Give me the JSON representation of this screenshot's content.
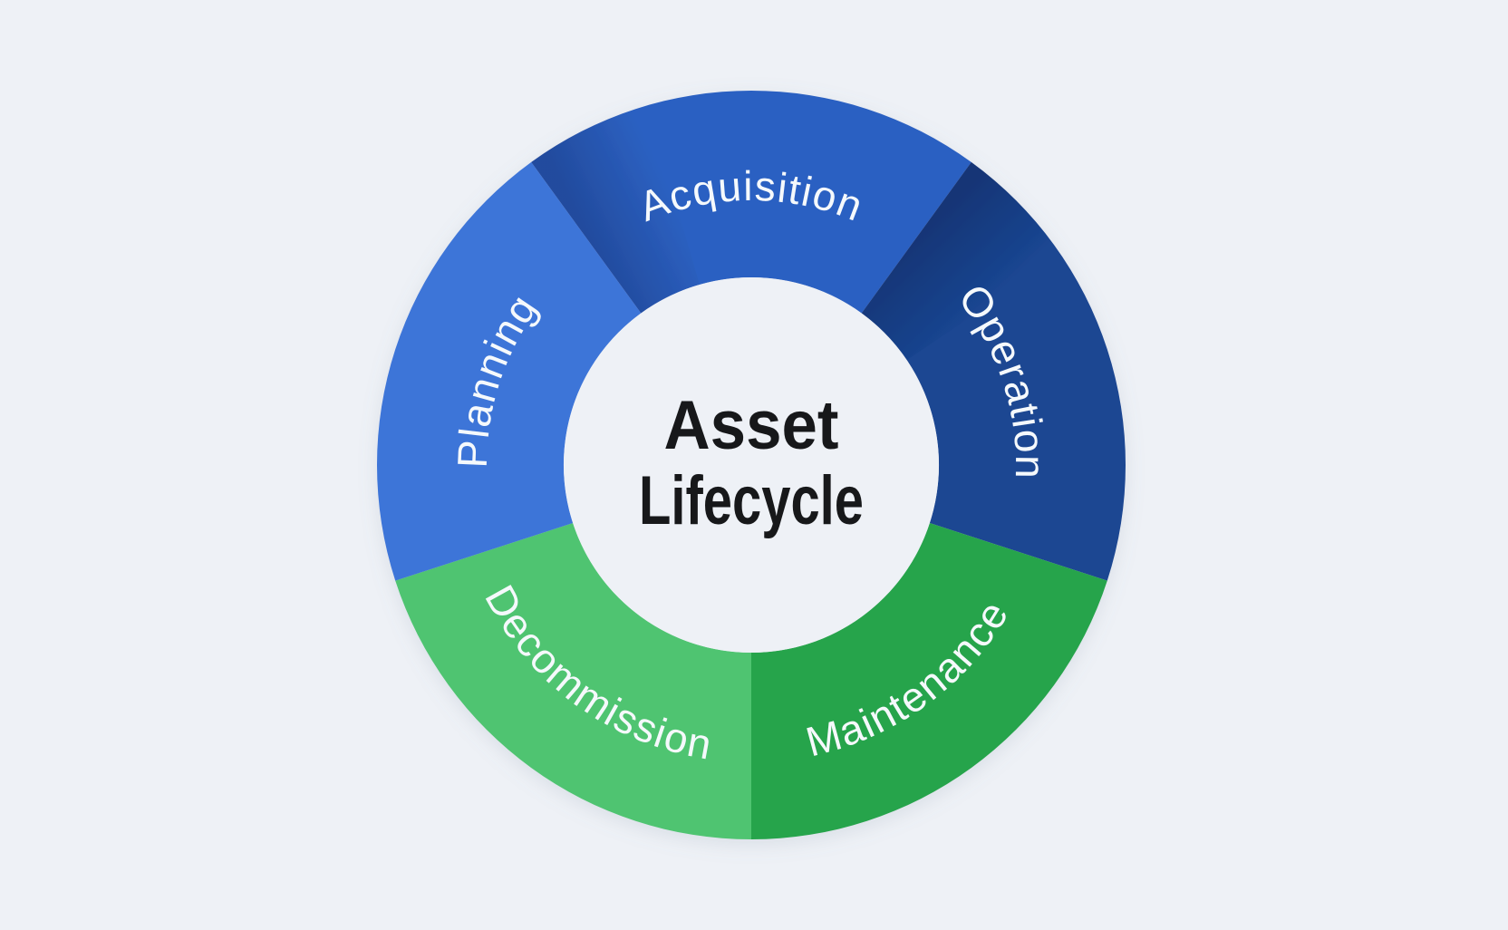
{
  "title": {
    "line1": "Asset",
    "line2": "Lifecycle"
  },
  "colors": {
    "background": "#eef1f6",
    "center_circle": "#eef1f6",
    "center_text": "#17181a",
    "label_text": "#f5f9fc"
  },
  "segments": [
    {
      "label": "Acquisition",
      "color": "#2c61c2",
      "position": "top",
      "share_percent": 20
    },
    {
      "label": "Operation",
      "color": "#1a4692",
      "position": "right",
      "share_percent": 20
    },
    {
      "label": "Maintenance",
      "color": "#27a44b",
      "position": "bottom-right",
      "share_percent": 20
    },
    {
      "label": "Decommission",
      "color": "#4fc471",
      "position": "bottom-left",
      "share_percent": 20
    },
    {
      "label": "Planning",
      "color": "#3e74d8",
      "position": "left",
      "share_percent": 20
    }
  ],
  "chart_data": {
    "type": "pie",
    "variant": "donut-cycle-diagram",
    "title": "Asset Lifecycle",
    "categories": [
      "Acquisition",
      "Operation",
      "Maintenance",
      "Decommission",
      "Planning"
    ],
    "values": [
      20,
      20,
      20,
      20,
      20
    ],
    "colors": [
      "#2c61c2",
      "#1a4692",
      "#27a44b",
      "#4fc471",
      "#3e74d8"
    ],
    "direction": "clockwise",
    "start_angle_deg": -36,
    "inner_radius_ratio": 0.5,
    "labels_position": "on-segments",
    "center_label": "Asset Lifecycle",
    "legend": "none"
  }
}
